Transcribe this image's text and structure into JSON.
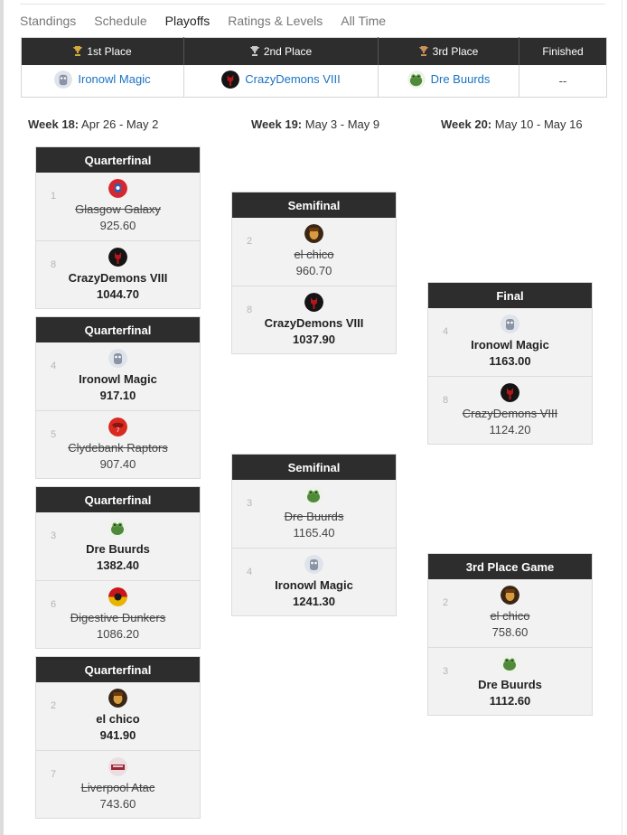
{
  "tabs": [
    "Standings",
    "Schedule",
    "Playoffs",
    "Ratings & Levels",
    "All Time"
  ],
  "active_tab": "Playoffs",
  "podium": {
    "headers": [
      "1st Place",
      "2nd Place",
      "3rd Place",
      "Finished"
    ],
    "values": [
      {
        "name": "Ironowl Magic",
        "avatar": "owl"
      },
      {
        "name": "CrazyDemons VIII",
        "avatar": "demon"
      },
      {
        "name": "Dre Buurds",
        "avatar": "frog"
      },
      {
        "name": "--",
        "avatar": ""
      }
    ]
  },
  "weeks": [
    {
      "label": "Week 18:",
      "dates": "Apr 26 - May 2"
    },
    {
      "label": "Week 19:",
      "dates": "May 3 - May 9"
    },
    {
      "label": "Week 20:",
      "dates": "May 10 - May 16"
    }
  ],
  "matches": [
    {
      "title": "Quarterfinal",
      "teams": [
        {
          "seed": "1",
          "name": "Glasgow Galaxy",
          "score": "925.60",
          "result": "lose",
          "avatar": "galaxy"
        },
        {
          "seed": "8",
          "name": "CrazyDemons VIII",
          "score": "1044.70",
          "result": "win",
          "avatar": "demon"
        }
      ]
    },
    {
      "title": "Quarterfinal",
      "teams": [
        {
          "seed": "4",
          "name": "Ironowl Magic",
          "score": "917.10",
          "result": "win",
          "avatar": "owl"
        },
        {
          "seed": "5",
          "name": "Clydebank Raptors",
          "score": "907.40",
          "result": "lose",
          "avatar": "raptor"
        }
      ]
    },
    {
      "title": "Quarterfinal",
      "teams": [
        {
          "seed": "3",
          "name": "Dre Buurds",
          "score": "1382.40",
          "result": "win",
          "avatar": "frog"
        },
        {
          "seed": "6",
          "name": "Digestive Dunkers",
          "score": "1086.20",
          "result": "lose",
          "avatar": "dunker"
        }
      ]
    },
    {
      "title": "Quarterfinal",
      "teams": [
        {
          "seed": "2",
          "name": "el chico",
          "score": "941.90",
          "result": "win",
          "avatar": "chico"
        },
        {
          "seed": "7",
          "name": "Liverpool Atac",
          "score": "743.60",
          "result": "lose",
          "avatar": "atac"
        }
      ]
    },
    {
      "title": "Semifinal",
      "teams": [
        {
          "seed": "2",
          "name": "el chico",
          "score": "960.70",
          "result": "lose",
          "avatar": "chico"
        },
        {
          "seed": "8",
          "name": "CrazyDemons VIII",
          "score": "1037.90",
          "result": "win",
          "avatar": "demon"
        }
      ]
    },
    {
      "title": "Semifinal",
      "teams": [
        {
          "seed": "3",
          "name": "Dre Buurds",
          "score": "1165.40",
          "result": "lose",
          "avatar": "frog"
        },
        {
          "seed": "4",
          "name": "Ironowl Magic",
          "score": "1241.30",
          "result": "win",
          "avatar": "owl"
        }
      ]
    },
    {
      "title": "Final",
      "teams": [
        {
          "seed": "4",
          "name": "Ironowl Magic",
          "score": "1163.00",
          "result": "win",
          "avatar": "owl"
        },
        {
          "seed": "8",
          "name": "CrazyDemons VIII",
          "score": "1124.20",
          "result": "lose",
          "avatar": "demon"
        }
      ]
    },
    {
      "title": "3rd Place Game",
      "teams": [
        {
          "seed": "2",
          "name": "el chico",
          "score": "758.60",
          "result": "lose",
          "avatar": "chico"
        },
        {
          "seed": "3",
          "name": "Dre Buurds",
          "score": "1112.60",
          "result": "win",
          "avatar": "frog"
        }
      ]
    }
  ],
  "colors": {
    "header_bg": "#2d2d2d",
    "link": "#1a73c2",
    "card_bg": "#f2f2f2"
  }
}
